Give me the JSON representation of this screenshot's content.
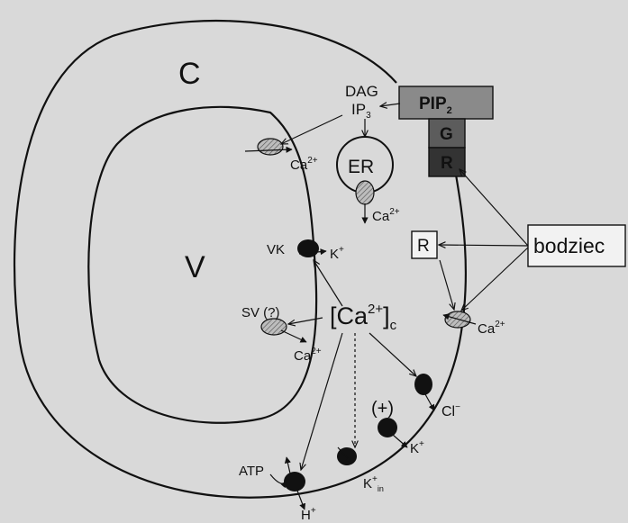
{
  "compartments": {
    "cell": "C",
    "vacuole": "V"
  },
  "organelle": "ER",
  "messengers": {
    "dag": "DAG",
    "ip3": "IP",
    "ip3_sub": "3"
  },
  "signaling": {
    "pip2": "PIP",
    "pip2_sub": "2",
    "g_protein": "G",
    "receptor": "R",
    "receptor_box": "R",
    "stimulus": "bodziec"
  },
  "central": {
    "calcium": "[Ca",
    "calcium_sup": "2+",
    "calcium_close": "]",
    "calcium_sub": "c"
  },
  "ion_labels": {
    "ca_vacuole_top": {
      "base": "Ca",
      "sup": "2+"
    },
    "ca_er": {
      "base": "Ca",
      "sup": "2+"
    },
    "ca_plasma": {
      "base": "Ca",
      "sup": "2+"
    },
    "ca_vacuole_bottom": {
      "base": "Ca",
      "sup": "2+"
    },
    "k_vk": {
      "base": "K",
      "sup": "+"
    },
    "cl": {
      "base": "Cl",
      "sup": "−"
    },
    "k_out": {
      "base": "K",
      "sup": "+"
    },
    "k_in": {
      "base": "K",
      "sup": "+",
      "sub": "in"
    },
    "h": {
      "base": "H",
      "sup": "+"
    }
  },
  "channel_labels": {
    "vk": "VK",
    "sv": "SV (?)"
  },
  "modulator": "(+)",
  "atp": "ATP",
  "colors": {
    "line": "#111111",
    "background": "#d9d9d9",
    "pip2": "#8a8a8a",
    "g": "#5c5c5c",
    "r": "#333333"
  }
}
